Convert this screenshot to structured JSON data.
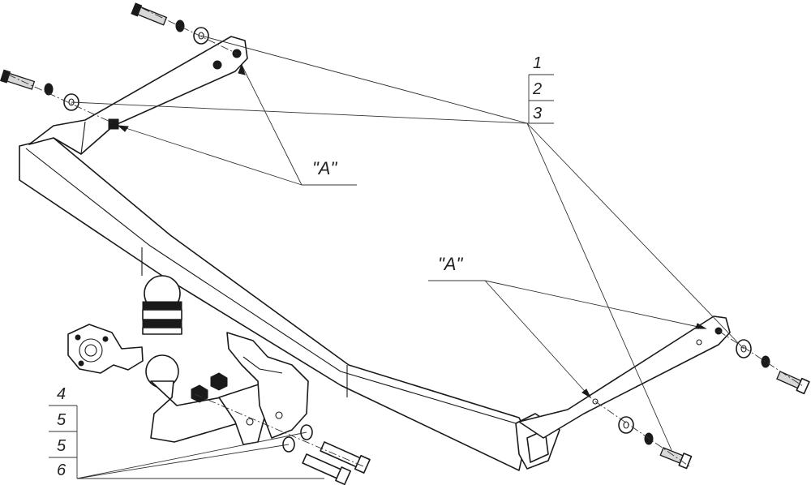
{
  "labels": {
    "view_a_1": "\"A\"",
    "view_a_2": "\"A\"",
    "callouts_top": [
      "1",
      "2",
      "3"
    ],
    "callouts_bottom": [
      "4",
      "5",
      "5",
      "6"
    ]
  },
  "colors": {
    "line": "#1a1a1a",
    "background": "#ffffff"
  }
}
